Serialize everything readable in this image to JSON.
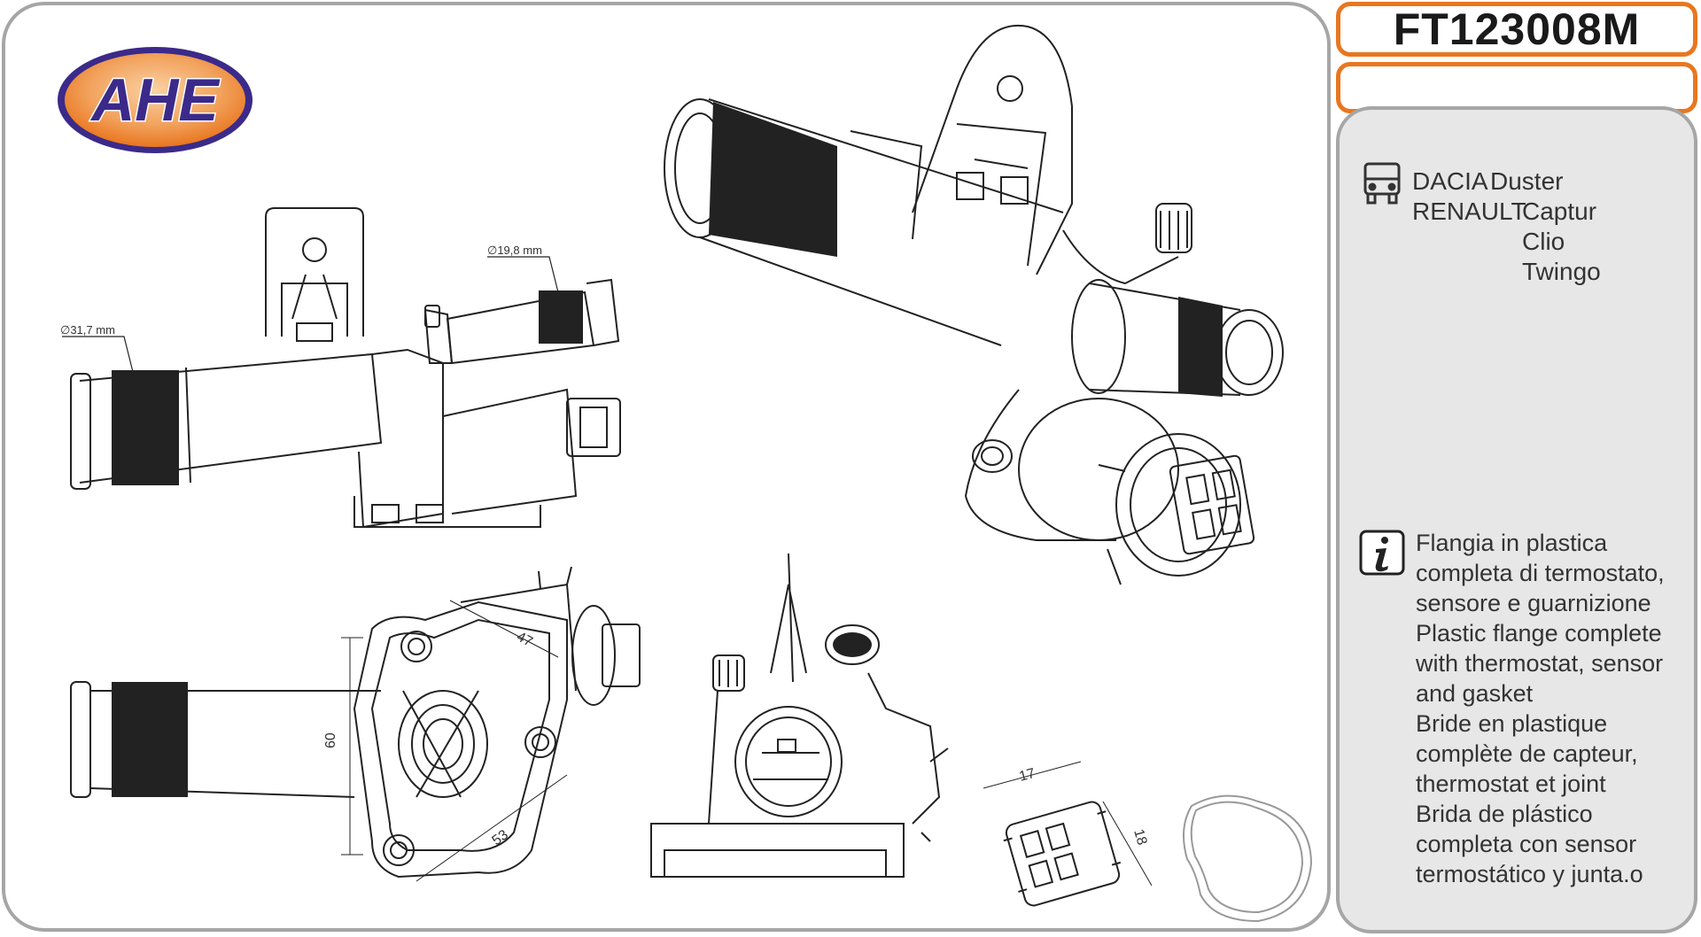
{
  "brand": {
    "logo_text": "AHE"
  },
  "product": {
    "code": "FT123008M",
    "subcode": ""
  },
  "vehicles": [
    {
      "brand": "DACIA",
      "models": [
        "Duster"
      ]
    },
    {
      "brand": "RENAULT",
      "models": [
        "Captur",
        "Clio",
        "Twingo"
      ]
    }
  ],
  "descriptions": [
    "Flangia in plastica completa di termostato, sensore e guarnizione",
    "Plastic flange complete with thermostat, sensor and gasket",
    "Bride en plastique complète de capteur, thermostat et joint",
    "Brida de plástico completa con sensor termostático y junta.o"
  ],
  "dimensions": {
    "inlet_diameter": "∅31,7 mm",
    "outlet_diameter": "∅19,8 mm",
    "bolt_spacing_diagonal": "47",
    "height": "60",
    "bolt_spacing_bottom": "53",
    "connector_width": "17",
    "connector_height": "18"
  },
  "icons": {
    "vehicle": "car-front-icon",
    "info": "info-icon"
  },
  "colors": {
    "accent": "#e9761f",
    "panel_border": "#a6a6a6",
    "panel_bg": "#e7e7e7",
    "logo_blue": "#3b2a8a",
    "logo_orange": "#e9761f"
  }
}
